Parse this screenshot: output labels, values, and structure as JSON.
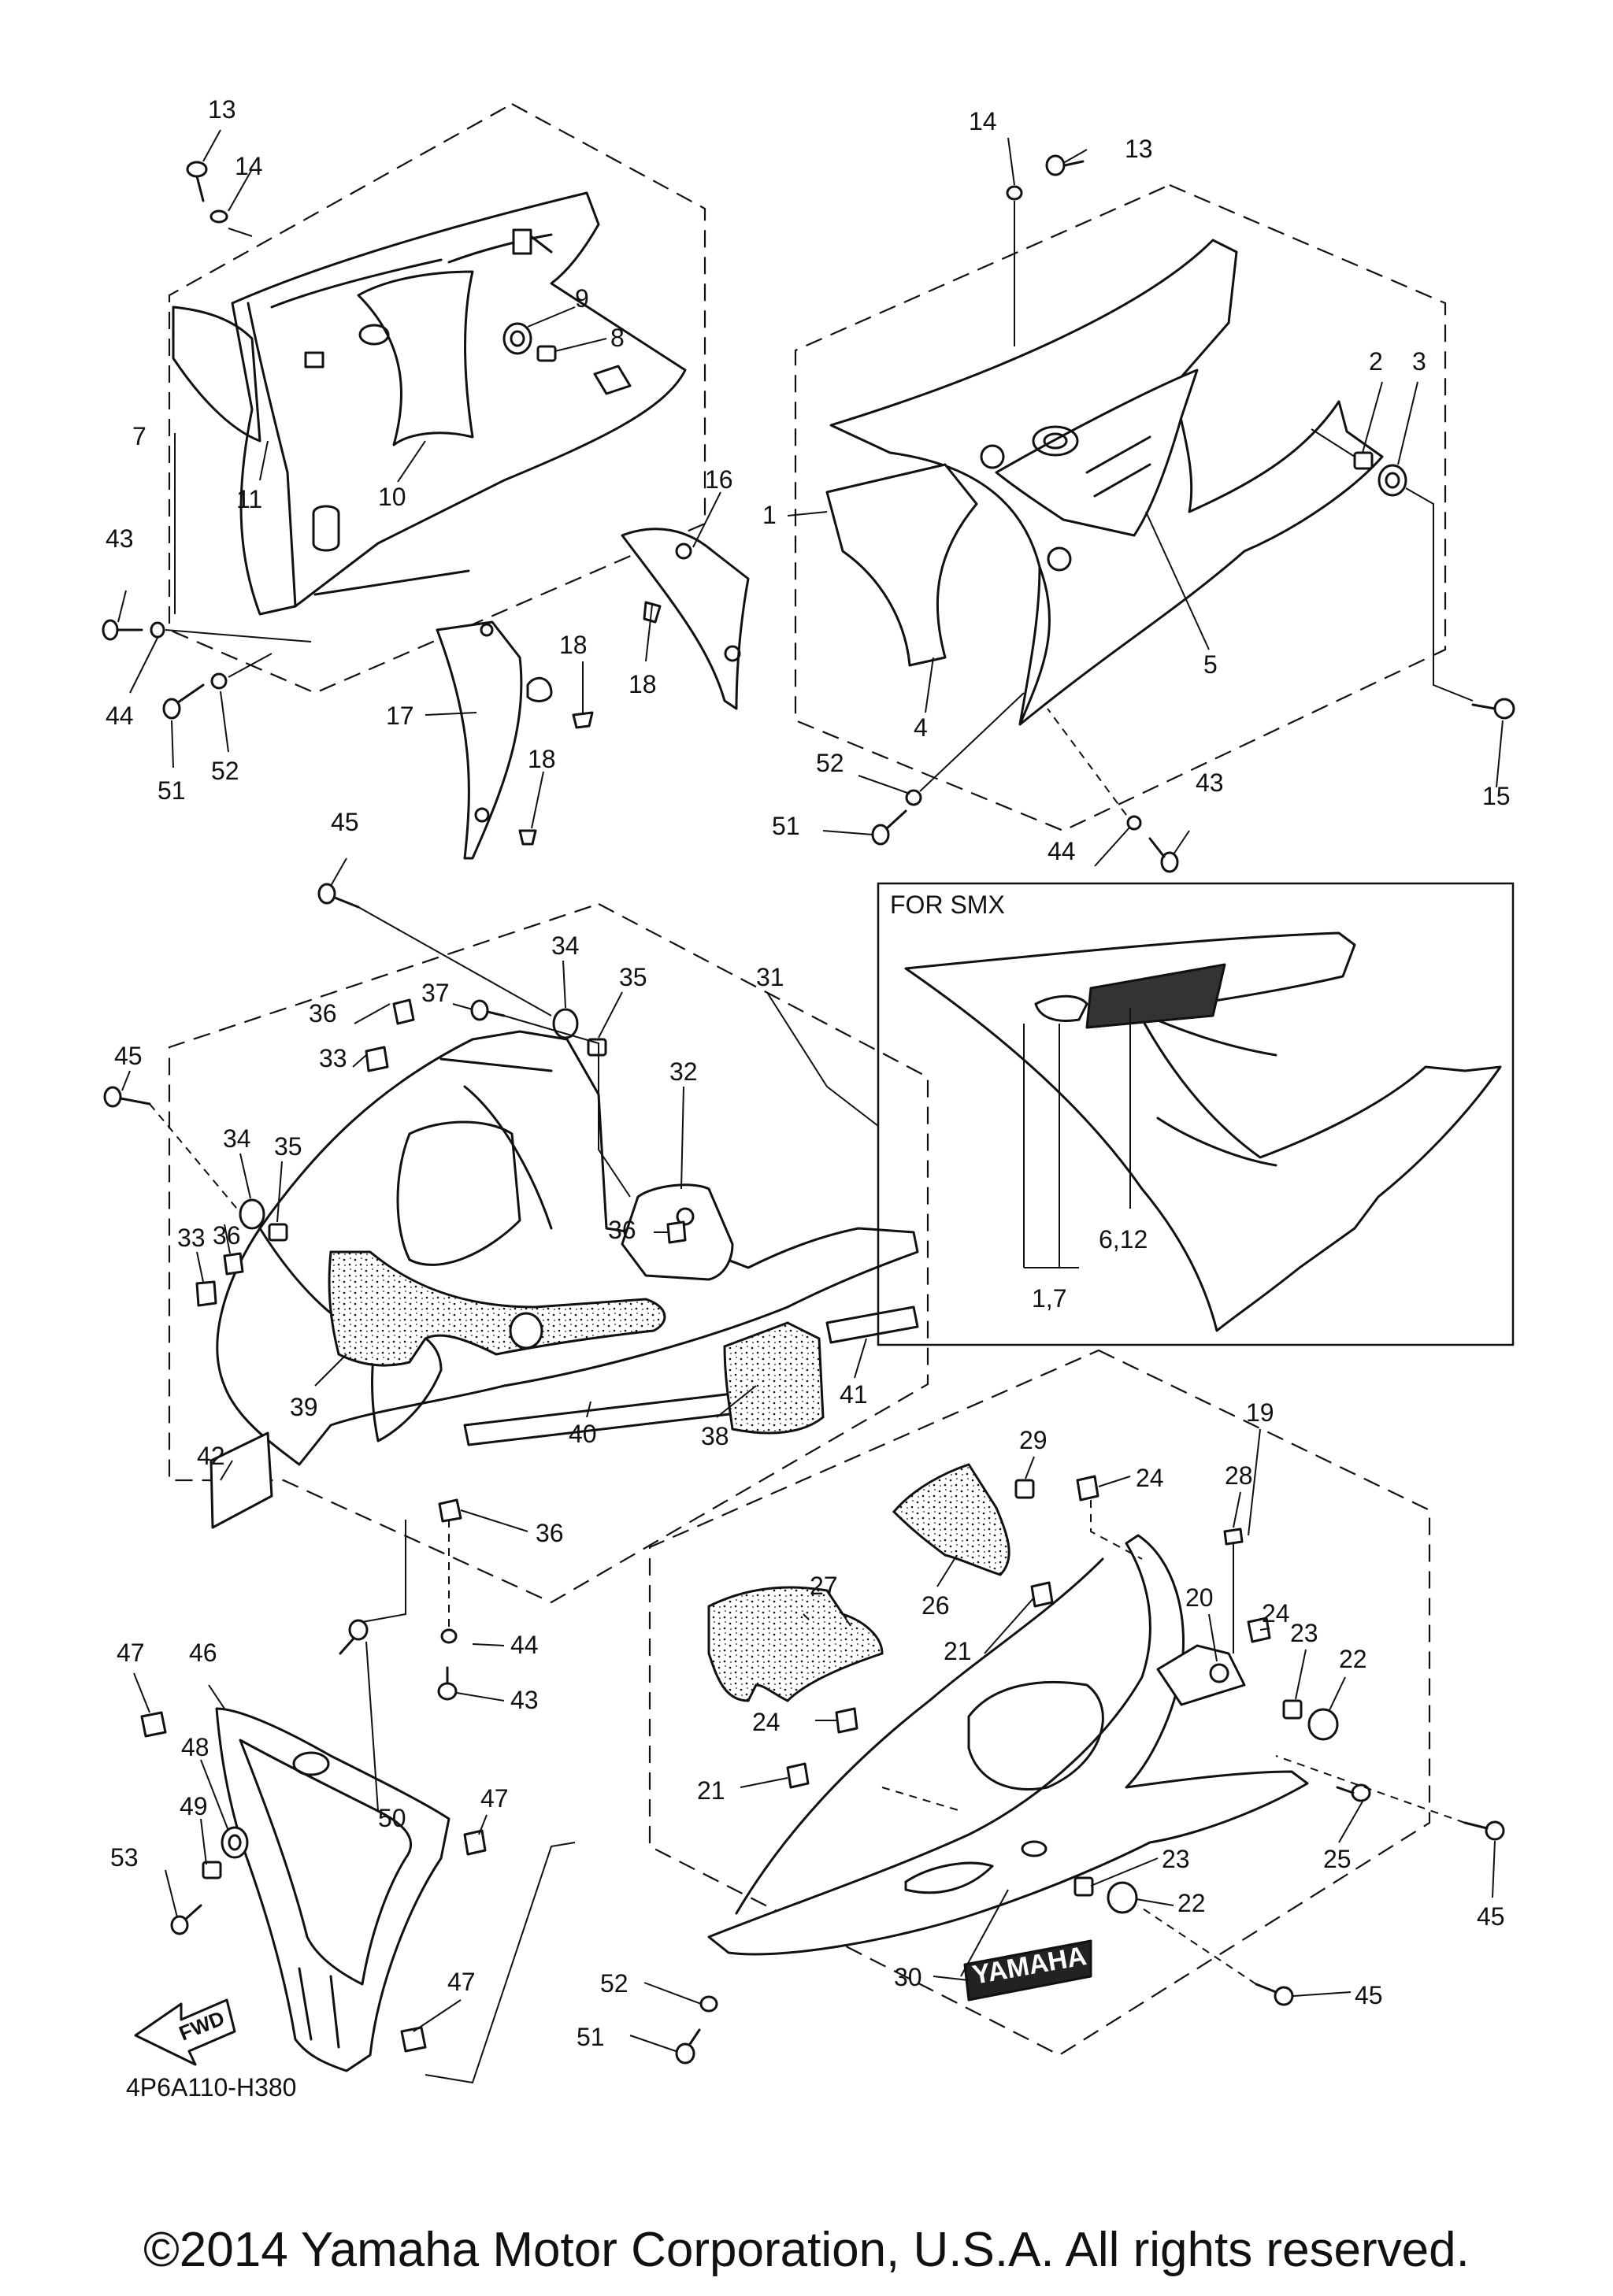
{
  "inset": {
    "title": "FOR SMX",
    "callouts": [
      "6,12",
      "1,7"
    ]
  },
  "reference_code": "4P6A110-H380",
  "fwd_label": "FWD",
  "decal_text": "YAMAHA",
  "copyright": "©2014 Yamaha Motor Corporation, U.S.A. All rights reserved.",
  "callouts": [
    "13",
    "14",
    "14",
    "13",
    "9",
    "8",
    "7",
    "11",
    "10",
    "16",
    "1",
    "2",
    "3",
    "5",
    "4",
    "43",
    "44",
    "51",
    "52",
    "17",
    "18",
    "18",
    "18",
    "15",
    "52",
    "51",
    "44",
    "43",
    "45",
    "34",
    "35",
    "31",
    "37",
    "36",
    "33",
    "32",
    "45",
    "34",
    "35",
    "36",
    "36",
    "33",
    "39",
    "40",
    "38",
    "41",
    "42",
    "36",
    "19",
    "29",
    "24",
    "28",
    "27",
    "26",
    "24",
    "21",
    "20",
    "23",
    "22",
    "24",
    "21",
    "47",
    "46",
    "44",
    "43",
    "50",
    "48",
    "49",
    "53",
    "47",
    "25",
    "45",
    "23",
    "22",
    "30",
    "45",
    "52",
    "51",
    "47"
  ]
}
